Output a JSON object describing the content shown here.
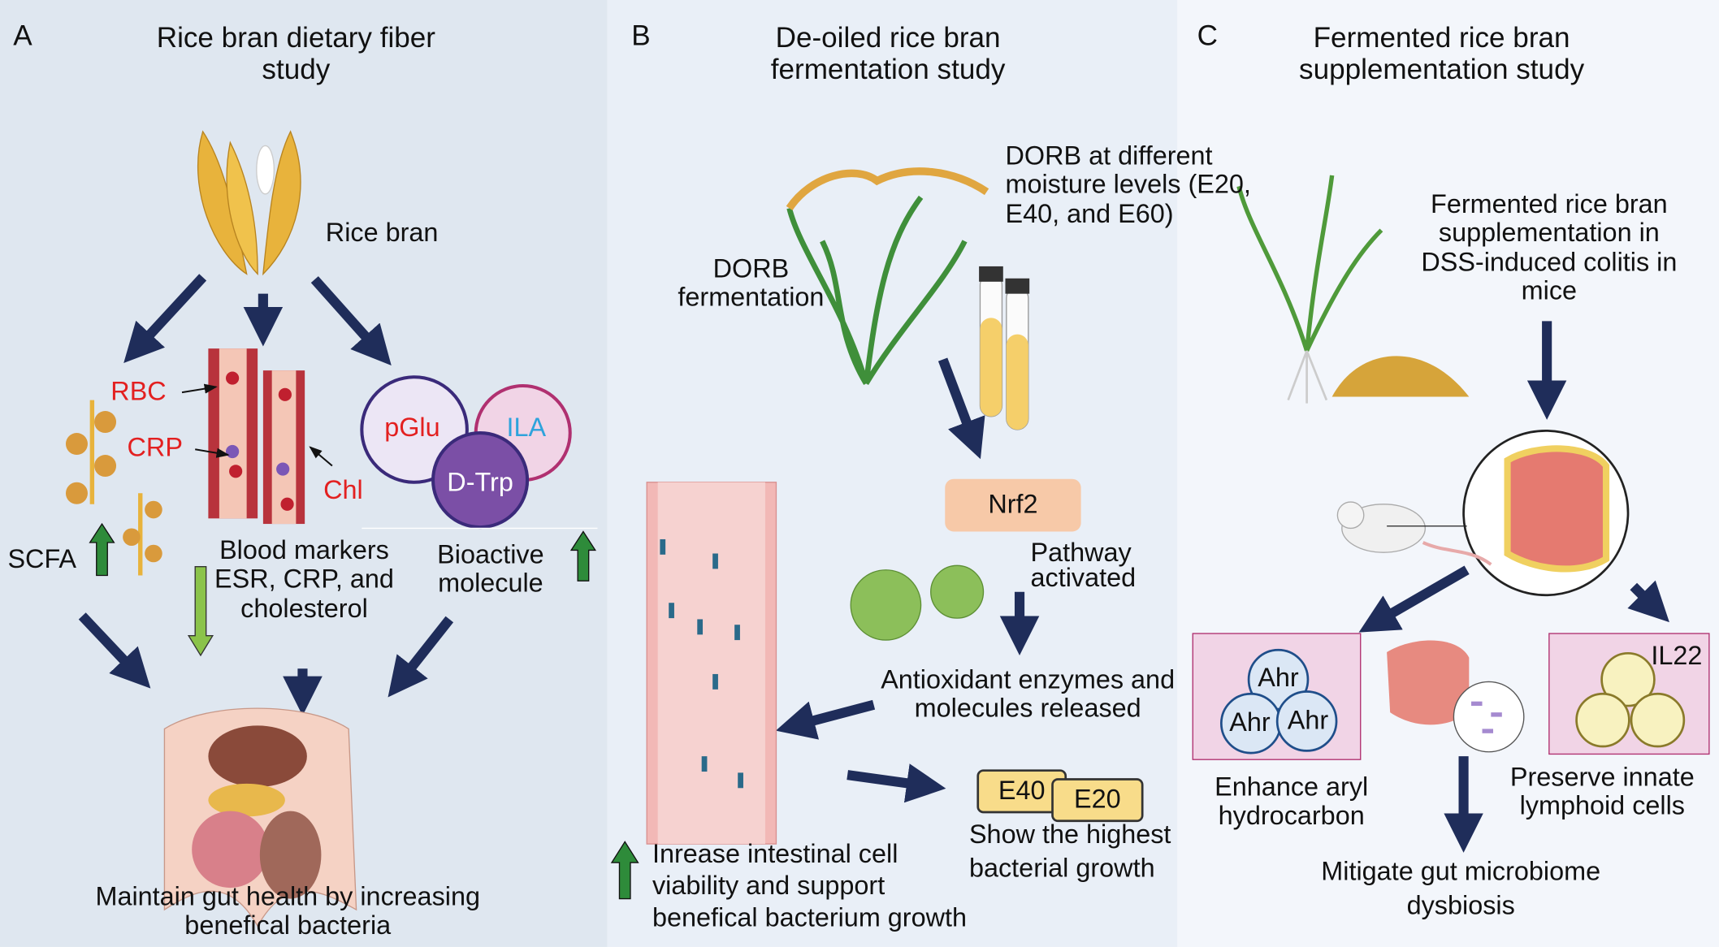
{
  "colors": {
    "panel_a": "#dfe7f0",
    "panel_b": "#e9eff7",
    "panel_c": "#f3f6fb",
    "arrow": "#1f2d5a",
    "up_arrow": "#2e8b3a",
    "down_arrow": "#8bc34a",
    "red_label": "#e32020",
    "blue_label": "#2ea3dc",
    "nrf2_box": "#f7c9a8",
    "e_box": "#f8dc8a",
    "pink_box": "#f1d4e6"
  },
  "panel_a": {
    "letter": "A",
    "title": "Rice bran dietary fiber study",
    "rice_bran": "Rice bran",
    "rbc": "RBC",
    "crp": "CRP",
    "chl": "Chl",
    "pglu": "pGlu",
    "ila": "ILA",
    "dtrp": "D-Trp",
    "scfa": "SCFA",
    "blood_markers": "Blood markers ESR, CRP, and cholesterol",
    "bioactive": "Bioactive molecule",
    "outcome": "Maintain gut health by increasing benefical bacteria"
  },
  "panel_b": {
    "letter": "B",
    "title": "De-oiled rice bran fermentation study",
    "dorb_moisture": "DORB at different moisture levels (E20, E40, and E60)",
    "dorb_fermentation": "DORB fermentation",
    "nrf2": "Nrf2",
    "pathway": "Pathway activated",
    "antioxidant": "Antioxidant enzymes and molecules released",
    "e40": "E40",
    "e20": "E20",
    "highest": "Show the highest bacterial growth",
    "intestinal": "Inrease intestinal cell viability and support benefical bacterium growth"
  },
  "panel_c": {
    "letter": "C",
    "title": "Fermented rice bran supplementation study",
    "supplementation": "Fermented rice bran supplementation in DSS-induced colitis in mice",
    "ahr": "Ahr",
    "il22": "IL22",
    "enhance": "Enhance aryl hydrocarbon",
    "preserve": "Preserve innate lymphoid cells",
    "mitigate": "Mitigate gut microbiome dysbiosis"
  }
}
